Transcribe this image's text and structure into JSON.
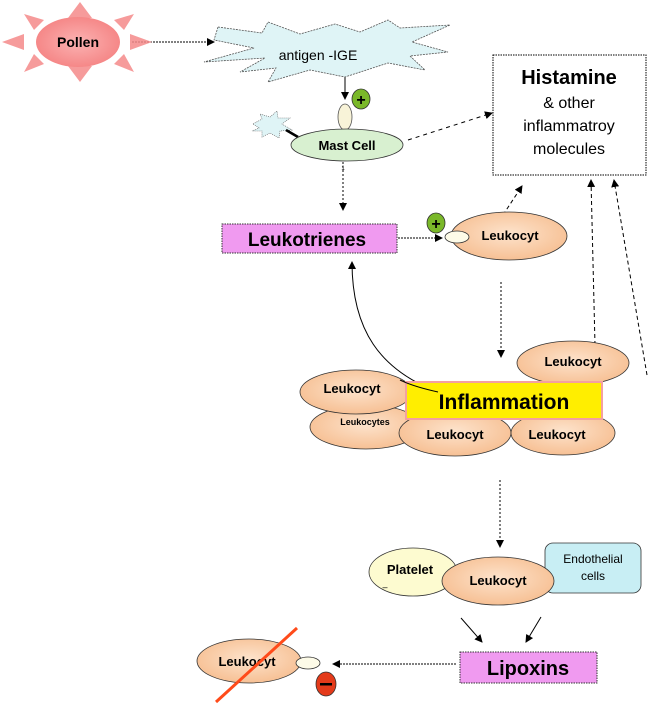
{
  "diagram": {
    "type": "pathway",
    "colors": {
      "pollen": "#f58a8a",
      "antigen": "#dff4f6",
      "mast_cell": "#d8f0d0",
      "leukocyte": "#f8c9a0",
      "leukotrienes": "#f09af0",
      "lipoxins": "#f09af0",
      "inflammation": "#ffee00",
      "inflammation_border": "#f4a0a0",
      "endothelial": "#c8eef4",
      "platelet": "#fdfbd0",
      "plus_badge": "#7ab829",
      "minus_badge": "#e43a1a",
      "strike": "#ff4b1a"
    },
    "nodes": {
      "pollen": "Pollen",
      "antigen": "antigen -IGE",
      "mast_cell": "Mast Cell",
      "mast_cell_index": "1",
      "histamine": {
        "line1": "Histamine",
        "line2": "& other",
        "line3": "inflammatroy",
        "line4": "molecules"
      },
      "leukotrienes": "Leukotrienes",
      "leukocyte_upper": "Leukocyt",
      "leukocyte_right": "Leukocyt",
      "leukocyte_left": "Leukocyt",
      "leukocytes_small": "Leukocytes",
      "leukocyte_bottom_mid": "Leukocyt",
      "leukocyte_bottom_right": "Leukocyt",
      "inflammation": "Inflammation",
      "platelet": "Platelet",
      "platelet_mark": "–",
      "leukocyte_lower": "Leukocyt",
      "endothelial": {
        "line1": "Endothelial",
        "line2": "cells"
      },
      "lipoxins": "Lipoxins",
      "leukocyte_inhibited": "Leukocyt"
    },
    "badges": {
      "plus": "+",
      "minus": "–"
    },
    "edges": [
      {
        "from": "pollen",
        "to": "antigen",
        "style": "dotted"
      },
      {
        "from": "antigen",
        "to": "mast_cell",
        "style": "solid"
      },
      {
        "from": "mast_cell",
        "to": "histamine",
        "style": "dashed"
      },
      {
        "from": "mast_cell",
        "to": "leukotrienes",
        "style": "dotted"
      },
      {
        "from": "leukotrienes",
        "to": "leukocyte_upper",
        "style": "dotted"
      },
      {
        "from": "leukocyte_upper",
        "to": "histamine",
        "style": "dashed"
      },
      {
        "from": "leukocyte_upper",
        "to": "inflammation",
        "style": "dotted"
      },
      {
        "from": "leukocyte_right",
        "to": "histamine",
        "style": "dashed"
      },
      {
        "from": "inflammation",
        "to": "histamine",
        "style": "dashed"
      },
      {
        "from": "inflammation",
        "to": "leukotrienes",
        "style": "solid-curve"
      },
      {
        "from": "inflammation",
        "to": "leukocyte_lower",
        "style": "dotted"
      },
      {
        "from": "leukocyte_lower",
        "to": "lipoxins",
        "style": "solid"
      },
      {
        "from": "endothelial",
        "to": "lipoxins",
        "style": "solid"
      },
      {
        "from": "lipoxins",
        "to": "leukocyte_inhibited",
        "style": "dotted"
      }
    ]
  }
}
